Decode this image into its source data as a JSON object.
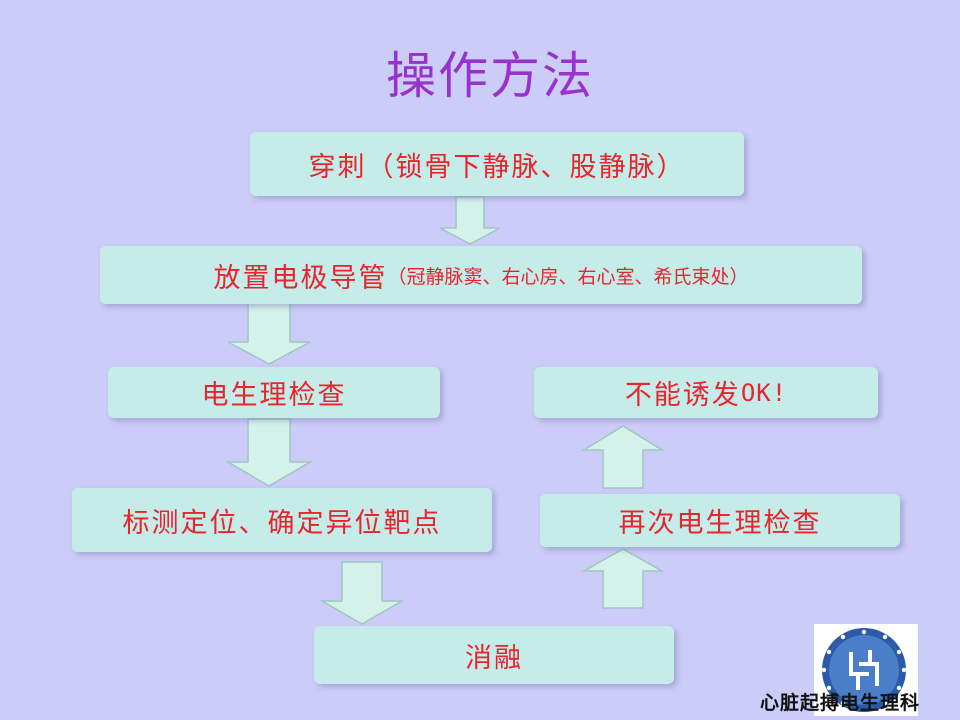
{
  "title": "操作方法",
  "steps": {
    "puncture": "穿刺（锁骨下静脉、股静脉）",
    "place_main": "放置电极导管",
    "place_detail": "（冠静脉窦、右心房、右心室、希氏束处）",
    "ep_check": "电生理检查",
    "mapping": "标测定位、确定异位靶点",
    "ablation": "消融",
    "recheck": "再次电生理检查",
    "not_inducible_text": "不能诱发",
    "not_inducible_ok": "OK!"
  },
  "footer": "心脏起搏电生理科",
  "colors": {
    "background": "#ccccf8",
    "title": "#9932cc",
    "box": "#c6ecea",
    "text": "#e8242c",
    "arrow": "#d4f2ea"
  },
  "logo_icon": "hospital-logo-icon"
}
